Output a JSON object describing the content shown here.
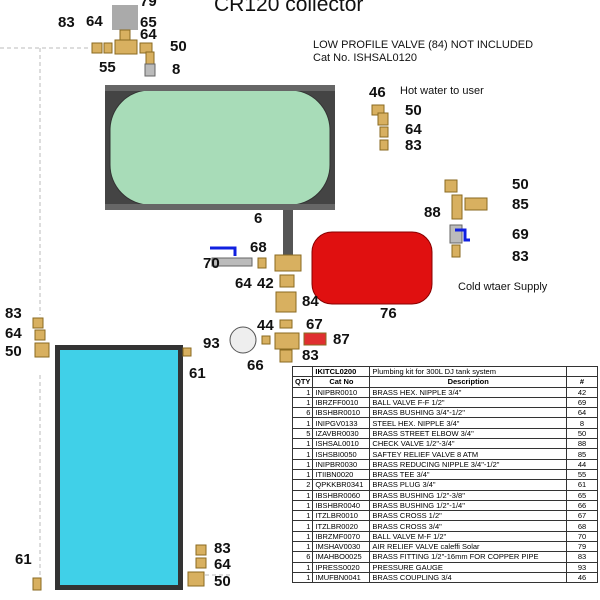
{
  "title": "CR120 collector",
  "note": {
    "line1": "LOW PROFILE VALVE (84) NOT INCLUDED",
    "line2": "Cat No.  ISHSAL0120"
  },
  "hot_water_label": "Hot water to user",
  "cold_water_label": "Cold wtaer Supply",
  "part_labels": {
    "p79": "79",
    "p83a": "83",
    "p64a": "64",
    "p65": "65",
    "p64b": "64",
    "p50a": "50",
    "p55": "55",
    "p8": "8",
    "p46": "46",
    "p50b": "50",
    "p64c": "64",
    "p83b": "83",
    "p50c": "50",
    "p88": "88",
    "p85": "85",
    "p69": "69",
    "p83c": "83",
    "p6": "6",
    "p68": "68",
    "p70": "70",
    "p64d": "64",
    "p42": "42",
    "p84": "84",
    "p76": "76",
    "p44": "44",
    "p67": "67",
    "p87": "87",
    "p93": "93",
    "p66": "66",
    "p83d": "83",
    "p83e": "83",
    "p64e": "64",
    "p50d": "50",
    "p61a": "61",
    "p61b": "61",
    "p83f": "83",
    "p64f": "64",
    "p50e": "50"
  },
  "colors": {
    "tank": "#a8dcb8",
    "expansion_vessel": "#e01010",
    "collector": "#40d0e8",
    "brass": "#d8b060",
    "valve_handle": "#1020e0"
  },
  "table": {
    "kit_code": "IKITCL0200",
    "kit_desc": "Plumbing kit for 300L DJ tank system",
    "headers": {
      "qty": "QTY",
      "cat": "Cat No",
      "desc": "Description",
      "num": "#"
    },
    "rows": [
      {
        "qty": "1",
        "cat": "INIPBR0010",
        "desc": "BRASS HEX. NIPPLE 3/4\"",
        "num": "42"
      },
      {
        "qty": "1",
        "cat": "IBRZFF0010",
        "desc": "BALL VALVE F-F 1/2\"",
        "num": "69"
      },
      {
        "qty": "6",
        "cat": "IBSHBR0010",
        "desc": "BRASS BUSHING 3/4\"-1/2\"",
        "num": "64"
      },
      {
        "qty": "1",
        "cat": "INIPGV0133",
        "desc": "STEEL HEX. NIPPLE 3/4\"",
        "num": "8"
      },
      {
        "qty": "5",
        "cat": "IZAVBR0030",
        "desc": "BRASS STREET ELBOW 3/4\"",
        "num": "50"
      },
      {
        "qty": "1",
        "cat": "ISHSAL0010",
        "desc": "CHECK VALVE 1/2\"-3/4\"",
        "num": "88"
      },
      {
        "qty": "1",
        "cat": "ISHSBI0050",
        "desc": "SAFTEY RELIEF VALVE 8 ATM",
        "num": "85"
      },
      {
        "qty": "1",
        "cat": "INIPBR0030",
        "desc": "BRASS REDUCING NIPPLE 3/4\"-1/2\"",
        "num": "44"
      },
      {
        "qty": "1",
        "cat": "ITIIBN0020",
        "desc": "BRASS TEE 3/4\"",
        "num": "55"
      },
      {
        "qty": "2",
        "cat": "QPKKBR0341",
        "desc": "BRASS PLUG 3/4\"",
        "num": "61"
      },
      {
        "qty": "1",
        "cat": "IBSHBR0060",
        "desc": "BRASS BUSHING 1/2\"-3/8\"",
        "num": "65"
      },
      {
        "qty": "1",
        "cat": "IBSHBR0040",
        "desc": "BRASS BUSHING 1/2\"-1/4\"",
        "num": "66"
      },
      {
        "qty": "1",
        "cat": "ITZLBR0010",
        "desc": "BRASS CROSS 1/2\"",
        "num": "67"
      },
      {
        "qty": "1",
        "cat": "ITZLBR0020",
        "desc": "BRASS CROSS 3/4\"",
        "num": "68"
      },
      {
        "qty": "1",
        "cat": "IBRZMF0070",
        "desc": "BALL VALVE M-F 1/2\"",
        "num": "70"
      },
      {
        "qty": "1",
        "cat": "IMSHAV0030",
        "desc": "AIR RELIEF VALVE caleffi Solar",
        "num": "79"
      },
      {
        "qty": "6",
        "cat": "IMAHBO0025",
        "desc": "BRASS FITTING 1/2\"-16mm FOR COPPER PIPE",
        "num": "83"
      },
      {
        "qty": "1",
        "cat": "IPRESS0020",
        "desc": "PRESSURE GAUGE",
        "num": "93"
      },
      {
        "qty": "1",
        "cat": "IMUFBN0041",
        "desc": "BRASS COUPLING 3/4",
        "num": "46"
      }
    ]
  }
}
